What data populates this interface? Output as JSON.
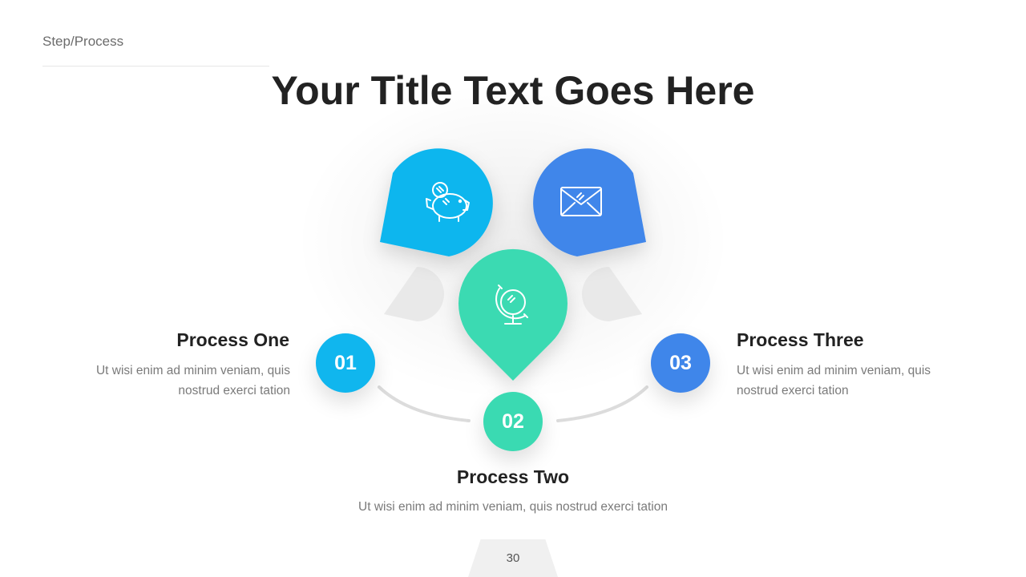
{
  "header": {
    "section_label": "Step/Process",
    "title": "Your Title Text Goes Here"
  },
  "colors": {
    "step1": "#10b6ee",
    "step2": "#3adab2",
    "step3": "#3f86ea",
    "connector": "#dcdcdc",
    "ghost": "#e9e9e9"
  },
  "steps": [
    {
      "number": "01",
      "heading": "Process One",
      "description": [
        "Ut wisi enim ad minim veniam, quis",
        "nostrud exerci tation"
      ],
      "icon": "piggy-bank-icon"
    },
    {
      "number": "02",
      "heading": "Process Two",
      "description": [
        "Ut wisi enim ad minim veniam, quis nostrud exerci tation"
      ],
      "icon": "globe-icon"
    },
    {
      "number": "03",
      "heading": "Process Three",
      "description": [
        "Ut wisi enim ad minim veniam, quis",
        "nostrud exerci tation"
      ],
      "icon": "envelope-icon"
    }
  ],
  "footer": {
    "page_number": "30"
  }
}
